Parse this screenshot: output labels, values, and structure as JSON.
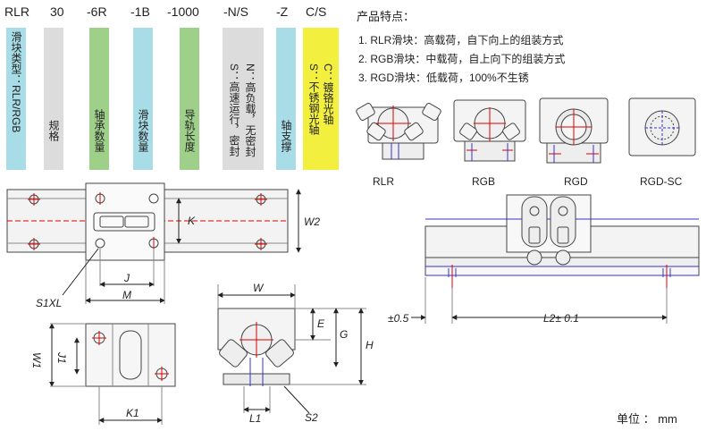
{
  "part_codes": [
    "RLR",
    "30",
    "-6R",
    "-1B",
    "-1000",
    "-N/S",
    "-Z",
    "C/S"
  ],
  "legend": {
    "slider_type": "滑块类型：RLR/RGB",
    "spec": "规格",
    "bearing_qty": "轴承数量",
    "slider_qty": "滑块数量",
    "rail_length": "导轨长度",
    "seal_option_n": "N：高负载，无密封",
    "seal_option_s": "S：高速运行，密封",
    "shaft_support": "轴支撑",
    "shaft_option_c": "C：镀铬光轴",
    "shaft_option_s": "S：不锈钢光轴"
  },
  "colors": {
    "blue": "#a8dde8",
    "gray": "#dcdcdc",
    "green": "#9fd08a",
    "yellow": "#f3ef3e"
  },
  "features": {
    "title": "产品特点：",
    "items": [
      "1. RLR滑块：高载荷，自下向上的组装方式",
      "2. RGB滑块：中载荷，自上向下的组装方式",
      "3. RGD滑块：低载荷，100%不生锈"
    ]
  },
  "models": [
    "RLR",
    "RGB",
    "RGD",
    "RGD-SC"
  ],
  "dims": {
    "K": "K",
    "W2": "W2",
    "J": "J",
    "M": "M",
    "S1XL": "S1XL",
    "W": "W",
    "E": "E",
    "G": "G",
    "H": "H",
    "L1": "L1",
    "S2": "S2",
    "W1": "W1",
    "J1": "J1",
    "K1": "K1",
    "tol": "±0.5",
    "L2": "L2± 0.1"
  },
  "unit_label": "单位 ：  mm"
}
